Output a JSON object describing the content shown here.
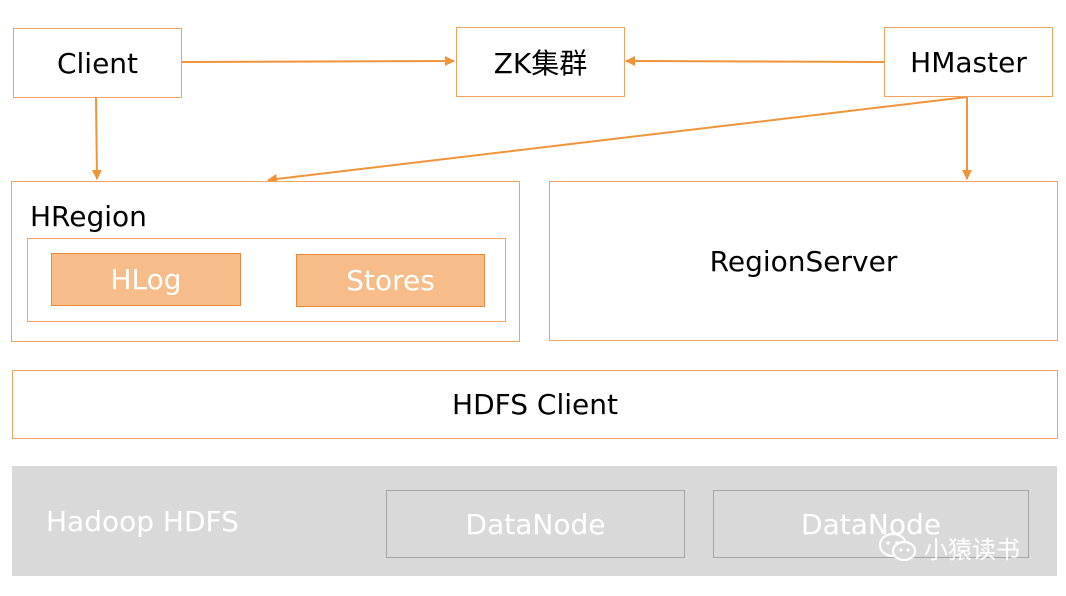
{
  "nodes": {
    "client": "Client",
    "zk": "ZK集群",
    "hmaster": "HMaster",
    "hregion": "HRegion",
    "hlog": "HLog",
    "stores": "Stores",
    "regionserver": "RegionServer",
    "hdfs_client": "HDFS Client",
    "hadoop_hdfs": "Hadoop HDFS",
    "datanode_1": "DataNode",
    "datanode_2": "DataNode"
  },
  "watermark": "小猿读书",
  "colors": {
    "border": "#f0a35e",
    "arrow": "#f0943a",
    "fill": "#f6bc8a",
    "hdfs_bg": "#d9d9d9"
  }
}
